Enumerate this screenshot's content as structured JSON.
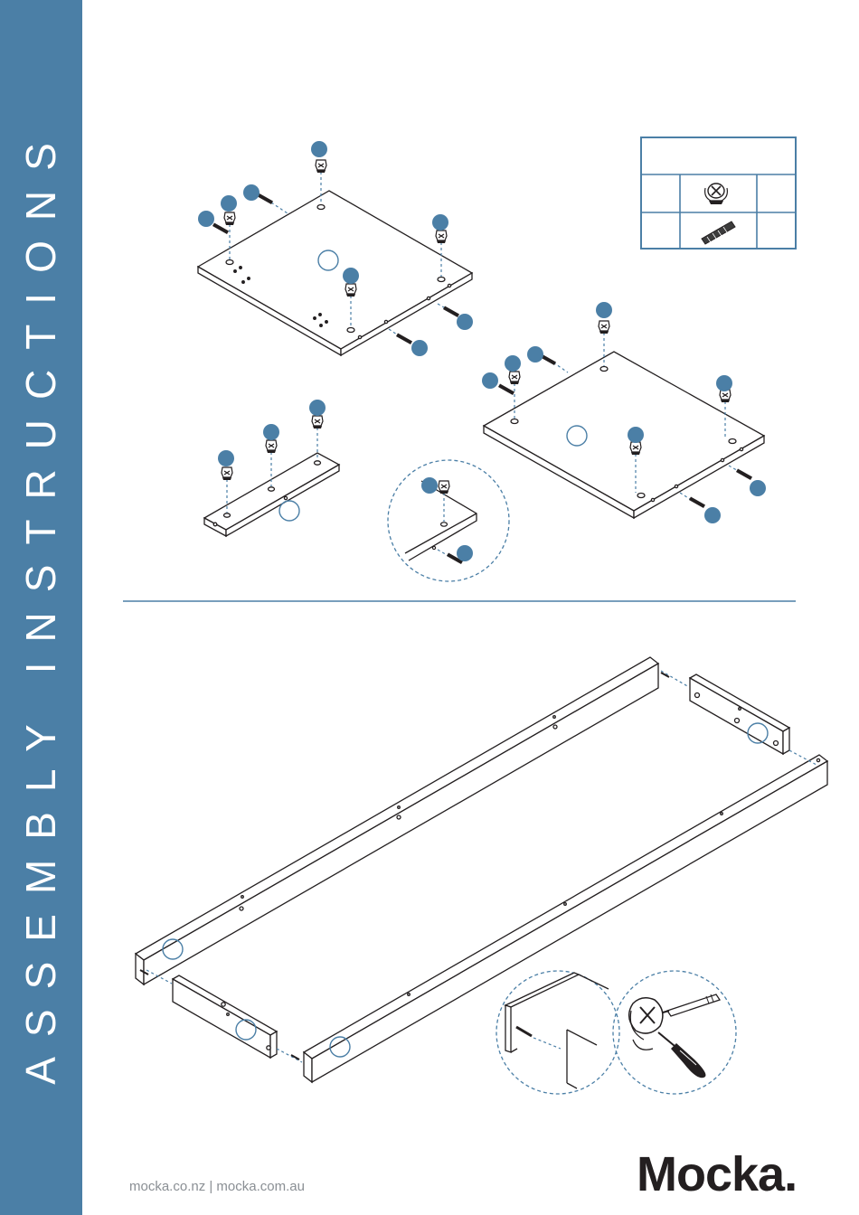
{
  "sidebar": {
    "title": "ASSEMBLY INSTRUCTIONS"
  },
  "parts_table": {
    "header": "",
    "rows": [
      {
        "id": "",
        "icon": "cam-lock-icon",
        "qty": ""
      },
      {
        "id": "",
        "icon": "wooden-dowel-icon",
        "qty": ""
      }
    ]
  },
  "step_labels": [],
  "footer": {
    "website": "mocka.co.nz | mocka.com.au",
    "brand": "Mocka."
  },
  "colors": {
    "sidebar": "#4b7fa6",
    "callout": "#4b7fa6",
    "line": "#231f20",
    "divider": "#4b7fa6"
  }
}
